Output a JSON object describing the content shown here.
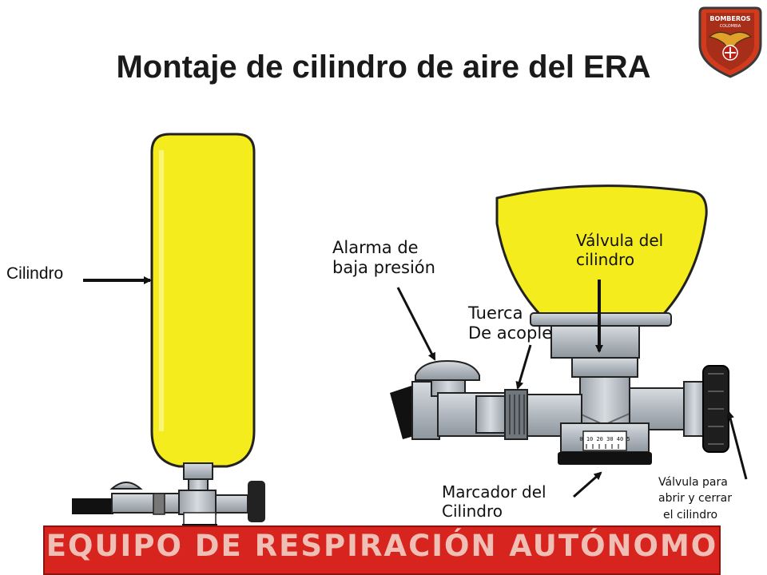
{
  "title": "Montaje de cilindro de aire del ERA",
  "labels": {
    "cilindro": "Cilindro",
    "alarma": [
      "Alarma de",
      "baja presión"
    ],
    "tuerca": [
      "Tuerca",
      "De acople"
    ],
    "valvula_cilindro": [
      "Válvula del",
      "cilindro"
    ],
    "marcador": [
      "Marcador del",
      "Cilindro"
    ],
    "valvula_abrir": [
      "Válvula para",
      "abrir y cerrar",
      "el cilindro"
    ]
  },
  "gauge_scale": "0 10 20 30 40 5",
  "badge": {
    "line1": "BOMBEROS",
    "line2": "COLOMBIA"
  },
  "banner": "EQUIPO DE RESPIRACIÓN AUTÓNOMO",
  "colors": {
    "cylinder": "#f4ec1c",
    "metal": "#b9c0c7",
    "banner": "#d8241e",
    "badge": "#d23a1e"
  }
}
